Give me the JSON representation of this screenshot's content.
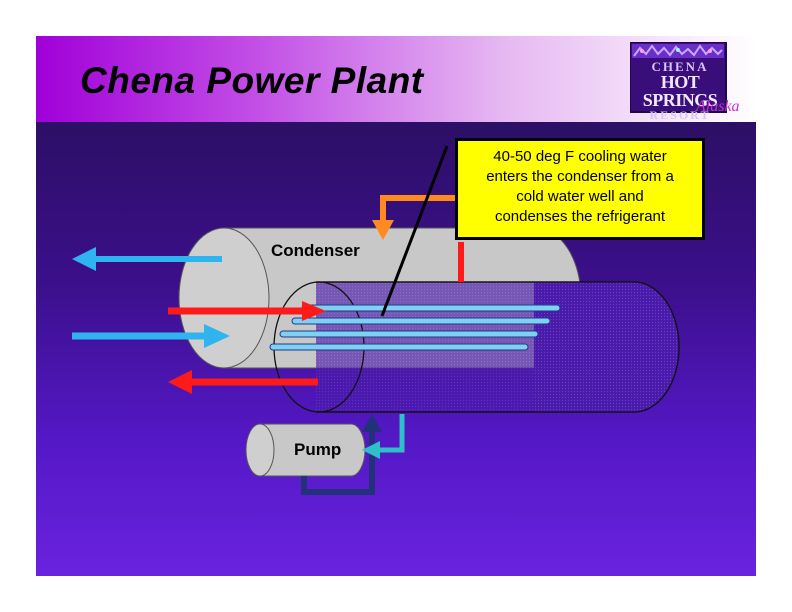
{
  "slide": {
    "title": "Chena Power Plant",
    "logo": {
      "line1": "CHENA",
      "line2": "HOT SPRINGS",
      "line3": "RESORT",
      "line4": "Alaska"
    },
    "labels": {
      "condenser": "Condenser",
      "pump": "Pump"
    },
    "callout": {
      "lines": [
        "40-50 deg F cooling water",
        "enters the condenser from a",
        "cold water well and",
        "condenses the refrigerant"
      ]
    }
  },
  "colors": {
    "cooling_water_in": "#2fb4f0",
    "refrigerant": "#ff1a1a",
    "warm_water": "#ff8a1f",
    "pump_return": "#2fbfc9",
    "callout_bg": "#ffff00",
    "header_gradient_start": "#a000d8",
    "body_gradient_start": "#2c0f66"
  },
  "icons": {
    "outlet_arrow": "arrow-left-icon",
    "inlet_arrow": "arrow-right-icon",
    "return_arrow": "arrow-left-icon"
  }
}
